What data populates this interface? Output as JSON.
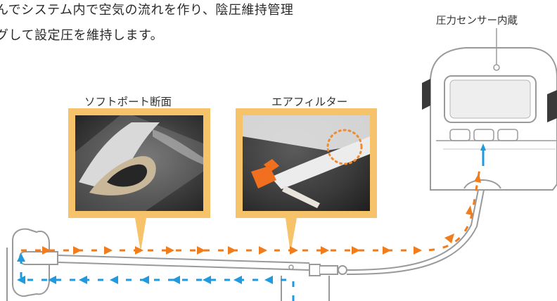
{
  "intro": {
    "line1": "んでシステム内で空気の流れを作り、陰圧維持管理",
    "line2": "グして設定圧を維持します。"
  },
  "captions": {
    "soft_port": "ソフトポート断面",
    "air_filter": "エアフィルター",
    "pressure_sensor": "圧力センサー内蔵"
  },
  "colors": {
    "photo_frame": "#f7c36a",
    "outflow_arrows": "#f07c1b",
    "return_arrows": "#1e9be0",
    "tubing": "#9a9a9a"
  },
  "icons": {
    "outflow": "orange-dashed-arrow-icon",
    "return": "blue-dashed-arrow-icon",
    "filter_marker": "orange-dotted-circle-icon"
  }
}
